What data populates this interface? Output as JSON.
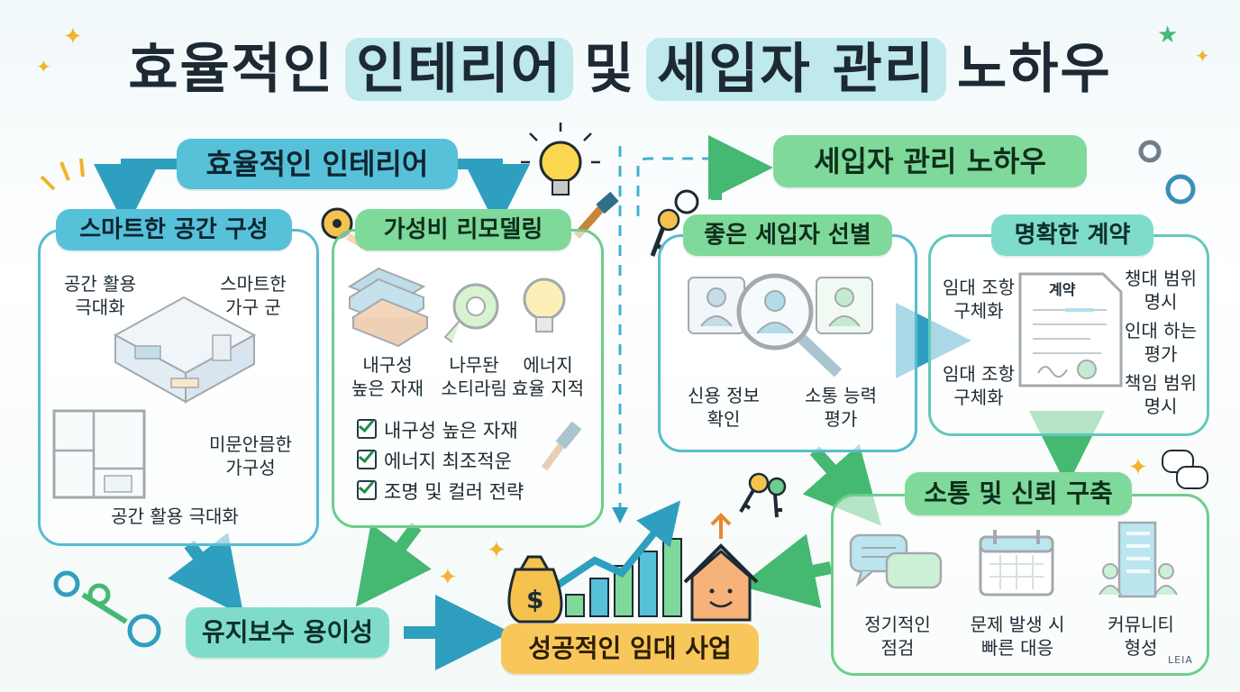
{
  "title": {
    "part1": "효율적인",
    "part2": "인테리어",
    "part3": "및",
    "part4": "세입자 관리",
    "part5": "노하우"
  },
  "left": {
    "header": "효율적인 인테리어",
    "smart_space": {
      "title": "스마트한 공간 구성",
      "label_top_left": "공간 활용\n극대화",
      "label_top_right": "스마트한\n가구 군",
      "label_right": "미문안믐한\n가구성",
      "label_bottom": "공간 활용 극대화"
    },
    "remodel": {
      "title": "가성비 리모델링",
      "items": [
        "내구성\n높은 자재",
        "나무돤\n소티라림",
        "에너지\n효율 지적"
      ],
      "checklist": [
        "내구성 높은 자재",
        "에너지 최조적운",
        "조명 및 컬러 전략"
      ]
    },
    "maintenance": "유지보수 용이성"
  },
  "center": {
    "result": "성공적인 임대 사업"
  },
  "right": {
    "header": "세입자 관리 노하우",
    "tenant": {
      "title": "좋은 세입자 선별",
      "label_left": "신용 정보\n확인",
      "label_right": "소통 능력\n평가"
    },
    "contract": {
      "title": "명확한 계약",
      "doc_title": "계약",
      "label_tl": "임대 조항\n구체화",
      "label_bl": "임대 조항\n구체화",
      "label_tr": "챙대 범위\n명시",
      "label_mr": "인대 하는\n평가",
      "label_br": "책임 범위\n명시"
    },
    "trust": {
      "title": "소통 및 신뢰 구축",
      "items": [
        "정기적인\n점검",
        "문제 발생 시\n빠른 대응",
        "커뮤니티\n형성"
      ]
    }
  },
  "watermark": "LEIA",
  "colors": {
    "blue": "#56c1d9",
    "green": "#7fd99a",
    "teal": "#7fdccb",
    "yellow": "#f8c75b",
    "arrow_blue": "#3fb2d0",
    "arrow_green": "#5ccf84"
  }
}
